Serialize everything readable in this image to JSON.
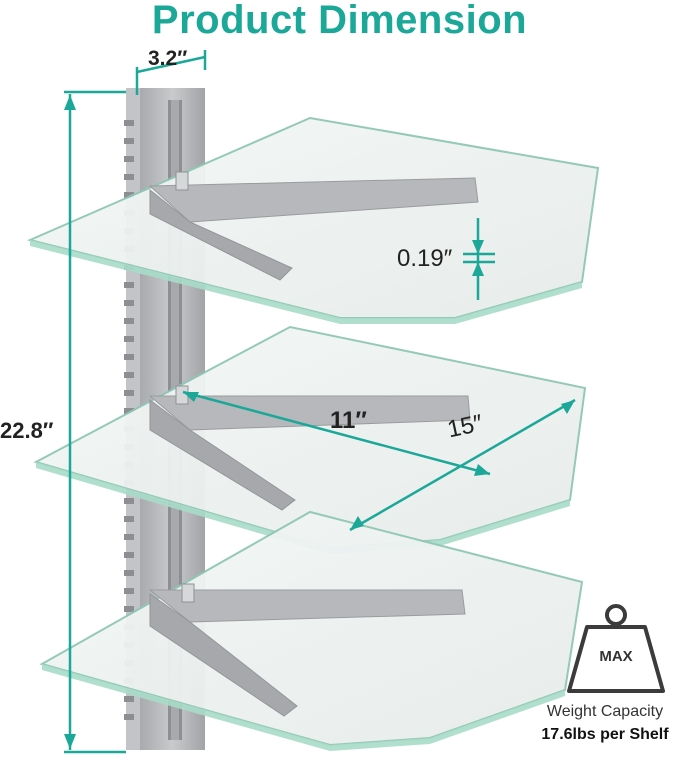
{
  "title": "Product Dimension",
  "dimensions": {
    "bracket_width": "3.2″",
    "total_height": "22.8″",
    "glass_thickness": "0.19″",
    "shelf_depth": "11″",
    "shelf_width": "15″"
  },
  "weight": {
    "icon_text": "MAX",
    "label": "Weight Capacity",
    "value": "17.6lbs per Shelf"
  },
  "colors": {
    "accent": "#1ba898",
    "glass_edge": "#9fd8c8",
    "metal": "#b7b8bb"
  }
}
